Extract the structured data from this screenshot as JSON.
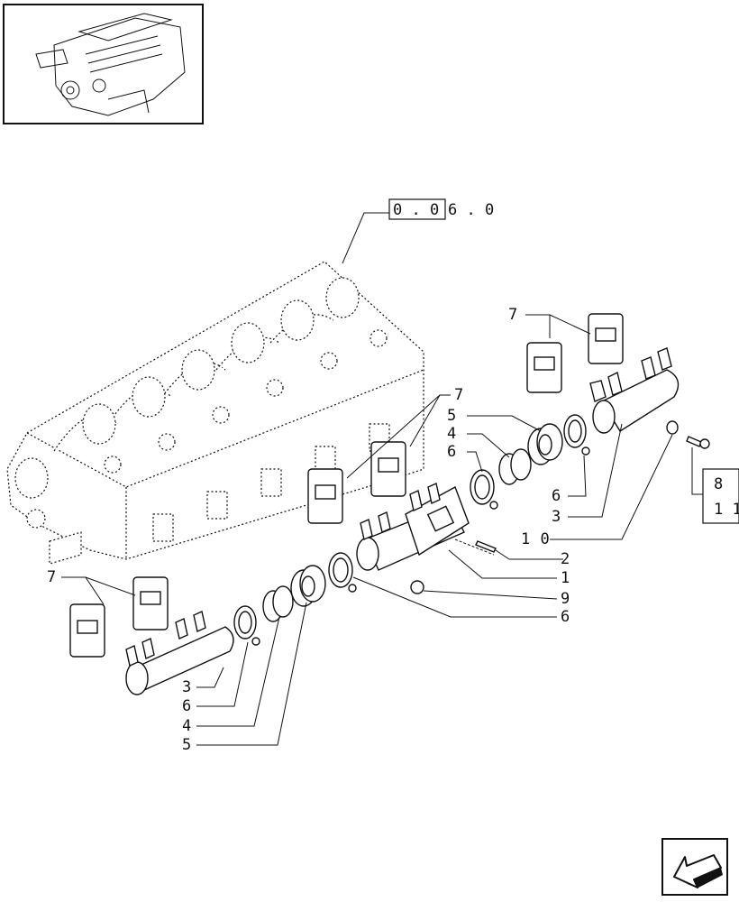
{
  "diagram": {
    "reference_box": {
      "boxed": "0 . 0",
      "rest": "6 . 0"
    },
    "side_reference": {
      "line1": "8",
      "line2": "1 1"
    },
    "callouts": {
      "c7_top": "7",
      "c7_mid": "7",
      "c7_left": "7",
      "c5_upper": "5",
      "c4_upper": "4",
      "c6_upper": "6",
      "c6_right": "6",
      "c3_right": "3",
      "c10": "1 0",
      "c2": "2",
      "c1": "1",
      "c9": "9",
      "c6_lower": "6",
      "c3_lower": "3",
      "c6_bottom": "6",
      "c4_bottom": "4",
      "c5_bottom": "5"
    }
  },
  "icons": {
    "thumbnail": "engine-thumbnail-icon",
    "navigation": "back-arrow-icon"
  }
}
